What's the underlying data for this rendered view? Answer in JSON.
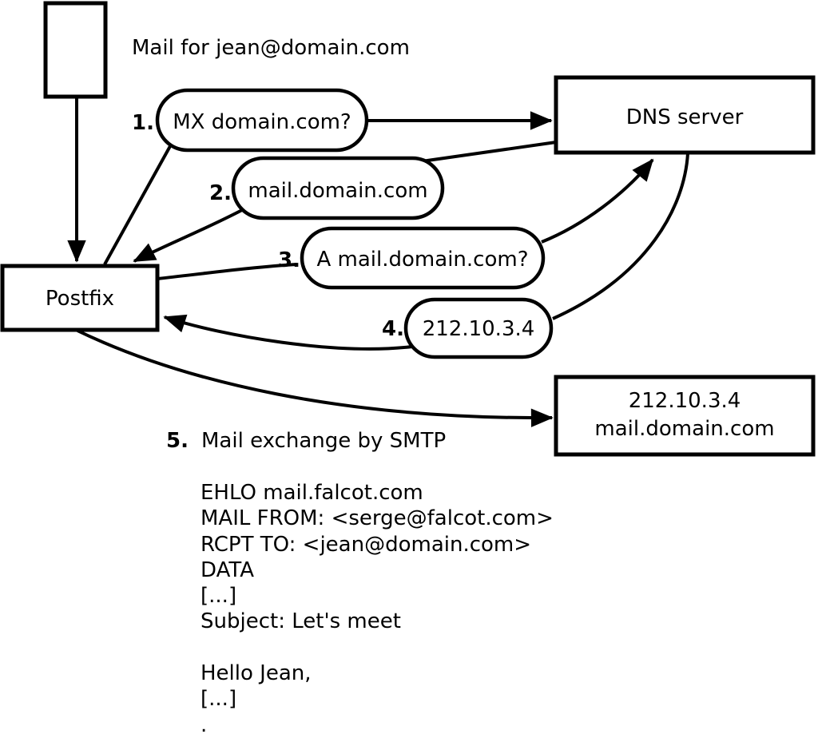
{
  "colors": {
    "ink": "#000000",
    "paper": "#ffffff"
  },
  "diagram": {
    "title": "Mail for jean@domain.com",
    "nodes": {
      "postfix": {
        "label": "Postfix"
      },
      "dns": {
        "label": "DNS server"
      },
      "mail_host": {
        "line1": "212.10.3.4",
        "line2": "mail.domain.com"
      }
    },
    "steps": [
      {
        "num": "1.",
        "label": "MX domain.com?"
      },
      {
        "num": "2.",
        "label": "mail.domain.com"
      },
      {
        "num": "3.",
        "label": "A mail.domain.com?"
      },
      {
        "num": "4.",
        "label": "212.10.3.4"
      },
      {
        "num": "5.",
        "label": "Mail exchange by SMTP"
      }
    ],
    "smtp_session": [
      "EHLO mail.falcot.com",
      "MAIL FROM: <serge@falcot.com>",
      "RCPT TO: <jean@domain.com>",
      "DATA",
      "[...]",
      "Subject: Let's meet",
      "",
      "Hello Jean,",
      "[...]",
      "."
    ]
  }
}
